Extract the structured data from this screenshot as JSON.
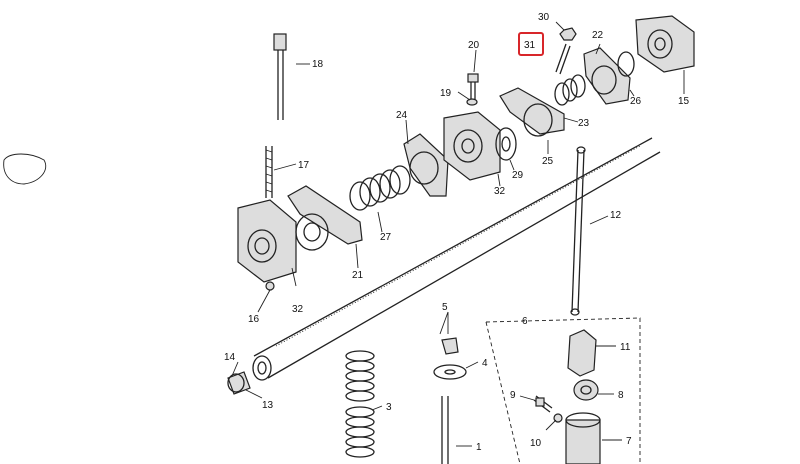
{
  "diagram": {
    "highlighted_callout": "31",
    "highlight_color": "#d8262a",
    "callouts": {
      "c1": "1",
      "c3": "3",
      "c4": "4",
      "c5": "5",
      "c6": "6",
      "c7": "7",
      "c8": "8",
      "c9": "9",
      "c10": "10",
      "c11": "11",
      "c12": "12",
      "c13": "13",
      "c14": "14",
      "c15": "15",
      "c16": "16",
      "c17": "17",
      "c18": "18",
      "c19": "19",
      "c20": "20",
      "c21": "21",
      "c22": "22",
      "c23": "23",
      "c24": "24",
      "c25": "25",
      "c26": "26",
      "c27": "27",
      "c29": "29",
      "c30": "30",
      "c31": "31",
      "c32a": "32",
      "c32b": "32"
    }
  }
}
